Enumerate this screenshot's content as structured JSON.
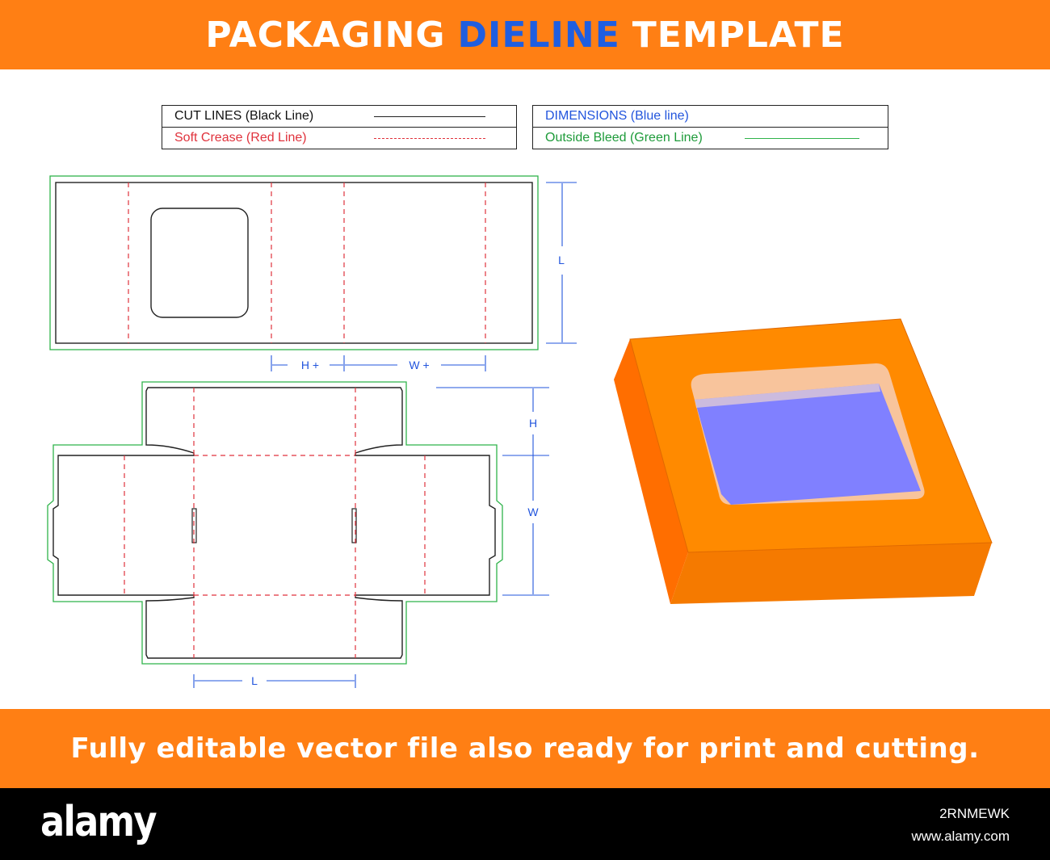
{
  "header": {
    "title_part1": "PACKAGING",
    "title_part2": "DIELINE",
    "title_part3": "TEMPLATE"
  },
  "legend": {
    "cut_lines": "CUT LINES (Black Line)",
    "soft_crease": "Soft Crease (Red Line)",
    "dimensions": "DIMENSIONS (Blue line)",
    "outside_bleed": "Outside Bleed (Green Line)"
  },
  "colors": {
    "banner": "#ff7f14",
    "accent_blue": "#1f5ee0",
    "cut": "#222222",
    "crease": "#e0323c",
    "dimension": "#2255dd",
    "bleed": "#2fb34a",
    "box_front": "#ff8a00",
    "box_side": "#ff6e00",
    "window": "#8080ff"
  },
  "dimensions": {
    "l": "L",
    "h_plus": "H +",
    "w_plus": "W +",
    "h": "H",
    "w": "W",
    "l_bottom": "L"
  },
  "footer_banner": {
    "text": "Fully editable vector file also ready for print and cutting."
  },
  "footer": {
    "logo": "alamy",
    "image_code": "2RNMEWK",
    "url": "www.alamy.com"
  }
}
